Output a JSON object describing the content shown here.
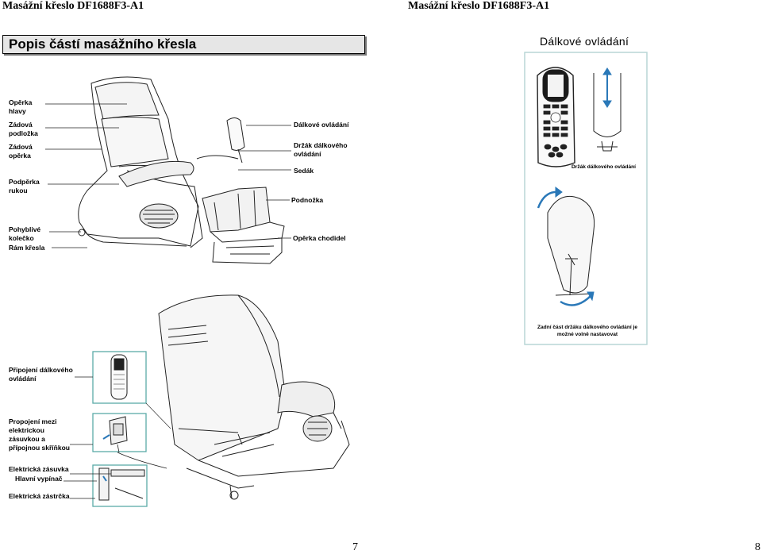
{
  "header": {
    "left_title": "Masážní křeslo DF1688F3-A1",
    "right_title": "Masážní křeslo DF1688F3-A1"
  },
  "section": {
    "title": "Popis částí masážního křesla"
  },
  "remote_section": {
    "title": "Dálkové ovládání"
  },
  "chair_labels": {
    "head_rest": [
      "Opěrka",
      "hlavy"
    ],
    "back_pad": [
      "Zádová",
      "podložka"
    ],
    "back_rest": [
      "Zádová",
      "opěrka"
    ],
    "arm_rest": [
      "Podpěrka",
      "rukou"
    ],
    "wheel": [
      "Pohyblivé",
      "kolečko"
    ],
    "frame": "Rám křesla",
    "remote": "Dálkové ovládání",
    "remote_holder": [
      "Držák dálkového",
      "ovládání"
    ],
    "seat": "Sedák",
    "leg_rest": "Podnožka",
    "foot_rest": "Opěrka chodidel"
  },
  "rear_labels": {
    "remote_connection": [
      "Připojení dálkového",
      "ovládání"
    ],
    "power_link": [
      "Propojení mezi",
      "elektrickou",
      "zásuvkou a",
      "přípojnou skříňkou"
    ],
    "socket": "Elektrická zásuvka",
    "main_switch": "Hlavní vypínač",
    "plug": "Elektrická zástrčka"
  },
  "remote_panel": {
    "holder_caption": "Držák dálkového ovládání",
    "adjust_caption": [
      "Zadní část držáku dálkového ovládání je",
      "možné volně nastavovat"
    ]
  },
  "pages": {
    "left": "7",
    "right": "8"
  },
  "colors": {
    "teal_frame": "#5aaaa8",
    "arrow_blue": "#2a78b8",
    "title_bg": "#e6e6e6"
  }
}
